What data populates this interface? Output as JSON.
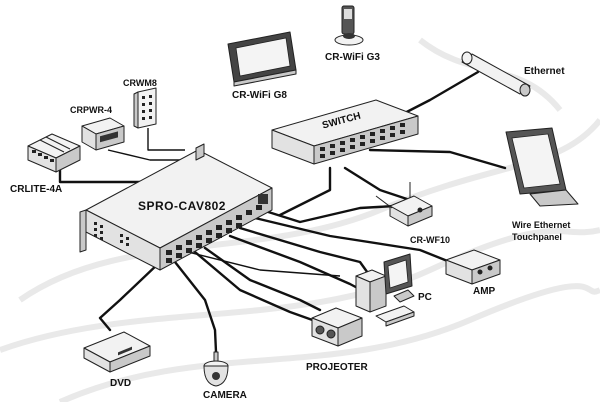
{
  "labels": {
    "controller": "SPRO-CAV802",
    "switch": "SWITCH",
    "crlite": "CRLITE-4A",
    "crpwr": "CRPWR-4",
    "crwm": "CRWM8",
    "wifi_g8": "CR-WiFi G8",
    "wifi_g3": "CR-WiFi G3",
    "ethernet": "Ethernet",
    "touchpanel_line1": "Wire Ethernet",
    "touchpanel_line2": "Touchpanel",
    "crwf": "CR-WF10",
    "pc": "PC",
    "amp": "AMP",
    "projector": "PROJEOTER",
    "dvd": "DVD",
    "camera": "CAMERA"
  },
  "colors": {
    "ink": "#111111",
    "device_light": "#f2f2f2",
    "device_mid": "#e2e2e2",
    "device_shade": "#c9c9c9",
    "background_swirl": "#e9e9e9"
  }
}
